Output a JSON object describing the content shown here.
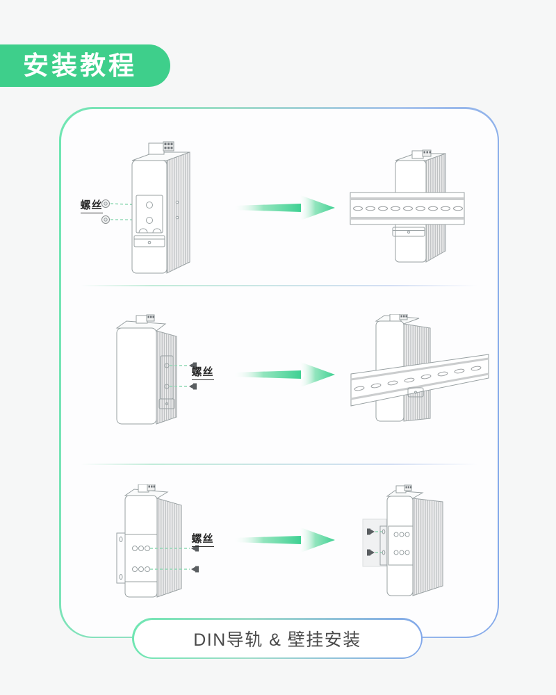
{
  "header": {
    "badge_label": "安装教程"
  },
  "footer": {
    "caption_label": "DIN导轨 & 壁挂安装"
  },
  "rows": [
    {
      "screw_label": "螺丝",
      "left_illustration": "attach-din-clip-with-screws",
      "arrow_icon": "arrow-right",
      "right_illustration": "device-mounted-on-horizontal-din-rail"
    },
    {
      "screw_label": "螺丝",
      "left_illustration": "attach-din-clip-rear-with-screws",
      "arrow_icon": "arrow-right",
      "right_illustration": "device-mounted-on-diagonal-din-rail"
    },
    {
      "screw_label": "螺丝",
      "left_illustration": "attach-wall-mount-plate-with-screws",
      "arrow_icon": "arrow-right",
      "right_illustration": "device-mounted-on-wall"
    }
  ],
  "colors": {
    "badge_green": "#3ecf8b",
    "border_gradient_green": "#6fe6b2",
    "border_gradient_blue": "#82a8ea",
    "arrow_green": "#3ed092",
    "dashed_line_green": "#8fd8b4",
    "background": "#f6f7f7",
    "panel_fill": "#fdfdfe",
    "caption_text": "#4a4a4a"
  }
}
